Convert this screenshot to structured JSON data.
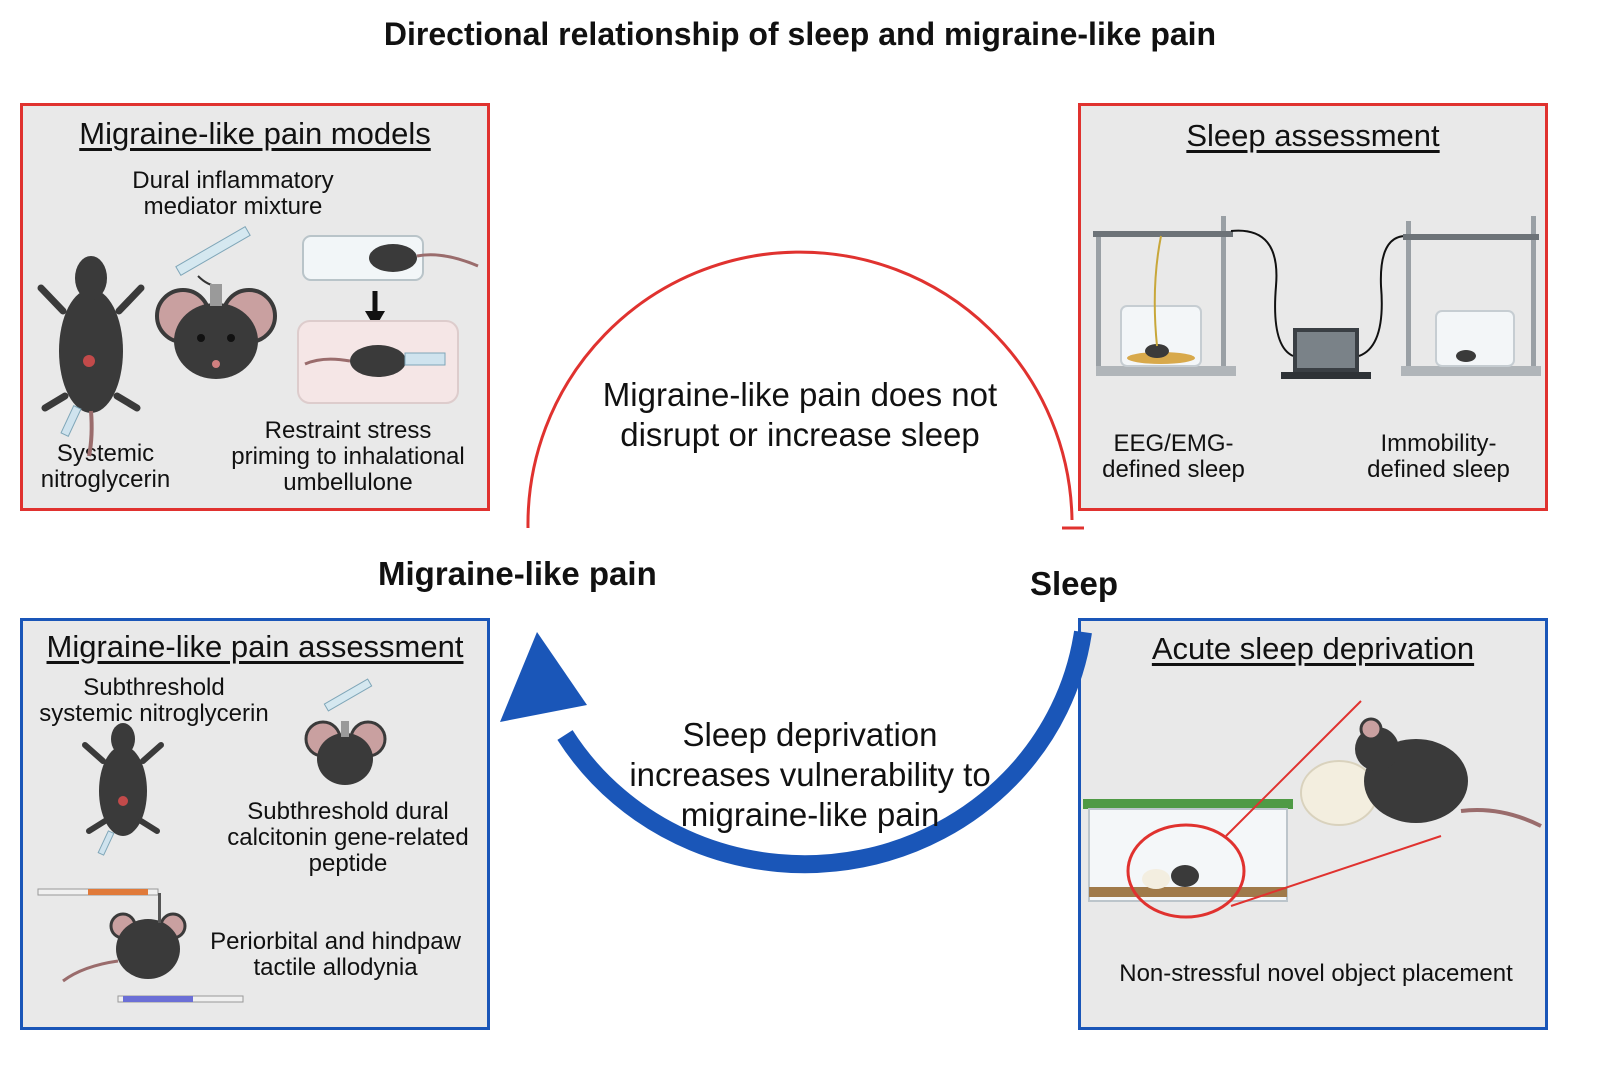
{
  "title": "Directional relationship of sleep and migraine-like pain",
  "nodes": {
    "left": "Migraine-like pain",
    "right": "Sleep"
  },
  "arcs": {
    "top": {
      "line1": "Migraine-like pain does not",
      "line2": "disrupt or increase sleep",
      "color": "#e0322f"
    },
    "bottom": {
      "line1": "Sleep deprivation",
      "line2": "increases vulnerability to",
      "line3": "migraine-like pain",
      "color": "#1a56b8"
    }
  },
  "panels": {
    "models": {
      "title": "Migraine-like pain models",
      "dural": {
        "line1": "Dural inflammatory",
        "line2": "mediator mixture"
      },
      "systemic": {
        "line1": "Systemic",
        "line2": "nitroglycerin"
      },
      "restraint": {
        "line1": "Restraint stress",
        "line2": "priming to inhalational",
        "line3": "umbellulone"
      }
    },
    "sleep_assessment": {
      "title": "Sleep assessment",
      "eeg": {
        "line1": "EEG/EMG-",
        "line2": "defined sleep"
      },
      "immobility": {
        "line1": "Immobility-",
        "line2": "defined sleep"
      }
    },
    "pain_assessment": {
      "title": "Migraine-like pain assessment",
      "subthreshold_ntg": {
        "line1": "Subthreshold",
        "line2": "systemic nitroglycerin"
      },
      "cgrp": {
        "line1": "Subthreshold dural",
        "line2": "calcitonin gene-related",
        "line3": "peptide"
      },
      "allodynia": {
        "line1": "Periorbital and hindpaw",
        "line2": "tactile allodynia"
      }
    },
    "sleep_deprivation": {
      "title": "Acute sleep deprivation",
      "caption": "Non-stressful novel object placement"
    }
  },
  "colors": {
    "red": "#e0322f",
    "blue": "#1a56b8",
    "panel_bg": "#e9e9e9",
    "mouse": "#3a3a3a"
  }
}
